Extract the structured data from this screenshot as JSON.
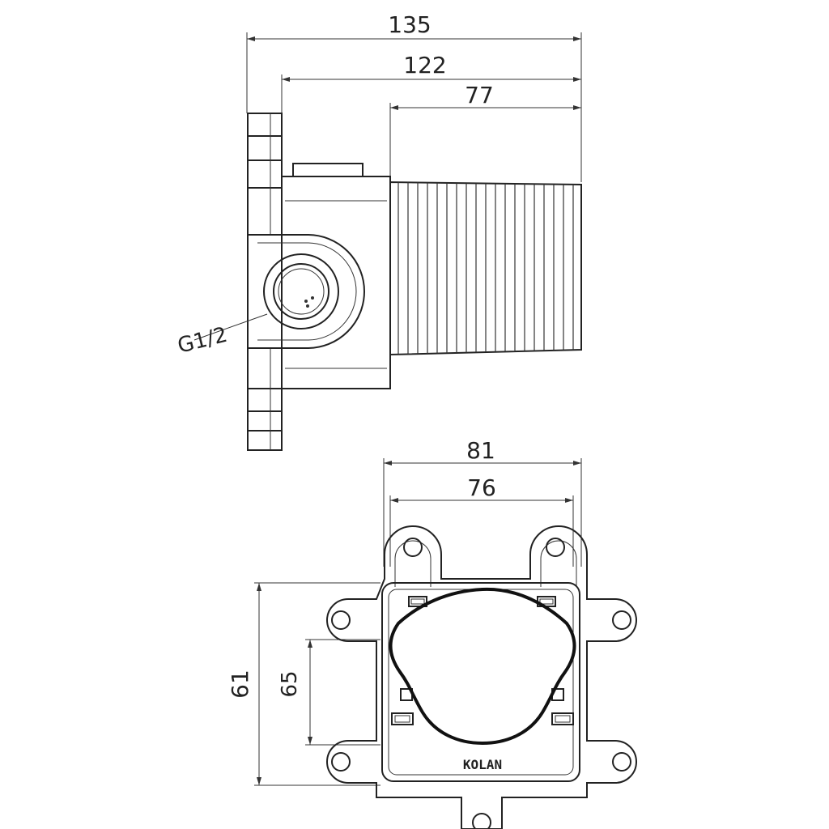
{
  "side_view": {
    "dim_overall": "135",
    "dim_body": "122",
    "dim_thread": "77",
    "inlet_label": "G1/2"
  },
  "front_view": {
    "dim_width_outer": "81",
    "dim_width_inner": "76",
    "dim_height_outer": "61",
    "dim_height_inner": "65",
    "brand_text": "KOLAN"
  },
  "colors": {
    "line": "#222222",
    "background": "#ffffff"
  }
}
